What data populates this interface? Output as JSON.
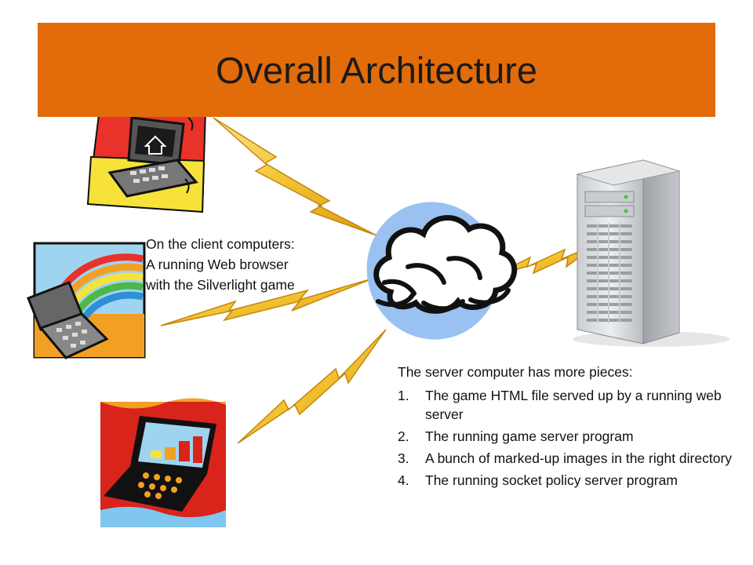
{
  "slide": {
    "title": "Overall Architecture",
    "colors": {
      "title_bar": "#E36C0A",
      "lightning": "#F2C230",
      "cloud": "#99C2F2",
      "server_body": "#D9DCE0"
    }
  },
  "client_note": {
    "lines": [
      "On the client computers:",
      "A running Web browser",
      "with the Silverlight game"
    ]
  },
  "server_note": {
    "heading": "The server computer has more pieces:",
    "items": [
      {
        "num": "1.",
        "text": "The game HTML file served up by a running web server"
      },
      {
        "num": "2.",
        "text": "The running game server program"
      },
      {
        "num": "3.",
        "text": "A bunch of marked-up images in the right directory"
      },
      {
        "num": "4.",
        "text": "The running socket policy server program"
      }
    ]
  },
  "icons": [
    "laptop-clipart-icon",
    "rainbow-laptop-clipart-icon",
    "chart-laptop-clipart-icon",
    "cloud-icon",
    "server-tower-icon",
    "lightning-bolt-icon"
  ]
}
